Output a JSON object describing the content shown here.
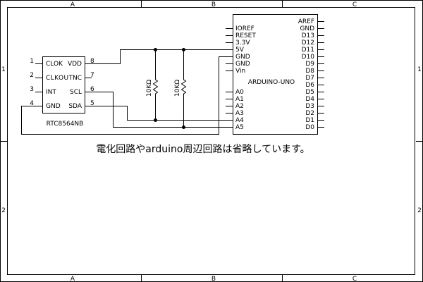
{
  "frame": {
    "columns": [
      "A",
      "B",
      "C"
    ],
    "rows": [
      "1",
      "2"
    ]
  },
  "rtc": {
    "name": "RTC8564NB",
    "left_pins": [
      {
        "num": "1",
        "label": "CLOK"
      },
      {
        "num": "2",
        "label": "CLKOUT"
      },
      {
        "num": "3",
        "label": "INT"
      },
      {
        "num": "4",
        "label": "GND"
      }
    ],
    "right_pins": [
      {
        "num": "8",
        "label": "VDD"
      },
      {
        "num": "7",
        "label": "NC"
      },
      {
        "num": "6",
        "label": "SCL"
      },
      {
        "num": "5",
        "label": "SDA"
      }
    ]
  },
  "resistors": [
    {
      "label": "10KΩ"
    },
    {
      "label": "10KΩ"
    }
  ],
  "arduino": {
    "name": "ARDUINO-UNO",
    "left_pins": [
      "IOREF",
      "RESET",
      "3.3V",
      "5V",
      "GND",
      "GND",
      "Vin"
    ],
    "analog_pins": [
      "A0",
      "A1",
      "A2",
      "A3",
      "A4",
      "A5"
    ],
    "right_pins": [
      "AREF",
      "GND",
      "D13",
      "D12",
      "D11",
      "D10",
      "D9",
      "D8",
      "D7",
      "D6",
      "D5",
      "D4",
      "D3",
      "D2",
      "D1",
      "D0"
    ]
  },
  "note": "電化回路やarduino周辺回路は省略しています。"
}
